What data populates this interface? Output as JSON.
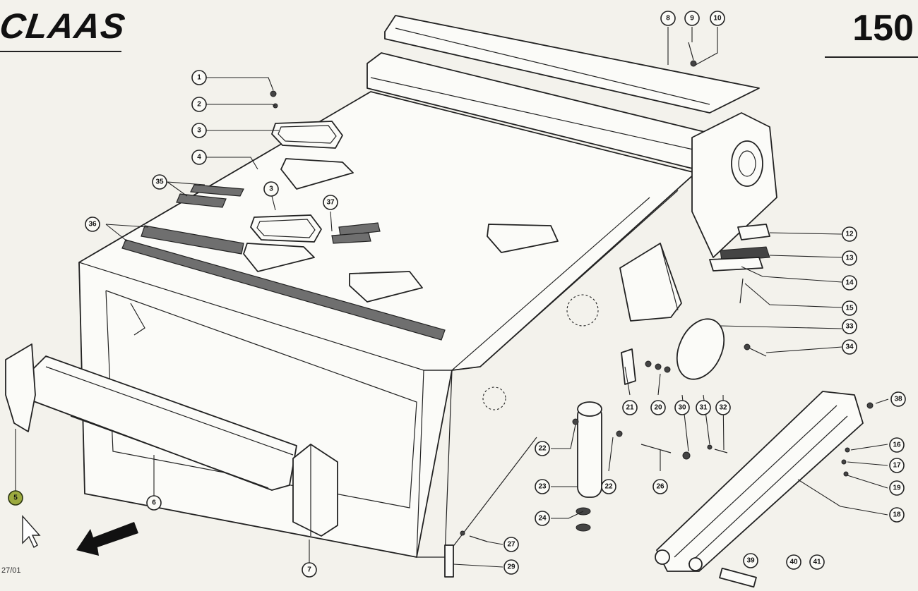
{
  "header": {
    "brand": "CLAAS",
    "page_number": "150"
  },
  "footer": {
    "date_code": "27/01"
  },
  "colors": {
    "paper": "#f3f2ec",
    "line": "#222222",
    "highlight": "#9caa3f"
  },
  "callouts": [
    {
      "id": "c1",
      "label": "1"
    },
    {
      "id": "c2",
      "label": "2"
    },
    {
      "id": "c3a",
      "label": "3"
    },
    {
      "id": "c3b",
      "label": "3"
    },
    {
      "id": "c4",
      "label": "4"
    },
    {
      "id": "c5",
      "label": "5",
      "highlighted": true
    },
    {
      "id": "c6",
      "label": "6"
    },
    {
      "id": "c7",
      "label": "7"
    },
    {
      "id": "c8",
      "label": "8"
    },
    {
      "id": "c9",
      "label": "9"
    },
    {
      "id": "c10",
      "label": "10"
    },
    {
      "id": "c12",
      "label": "12"
    },
    {
      "id": "c13",
      "label": "13"
    },
    {
      "id": "c14",
      "label": "14"
    },
    {
      "id": "c15",
      "label": "15"
    },
    {
      "id": "c16",
      "label": "16"
    },
    {
      "id": "c17",
      "label": "17"
    },
    {
      "id": "c18",
      "label": "18"
    },
    {
      "id": "c19",
      "label": "19"
    },
    {
      "id": "c20",
      "label": "20"
    },
    {
      "id": "c21",
      "label": "21"
    },
    {
      "id": "c22a",
      "label": "22"
    },
    {
      "id": "c22b",
      "label": "22"
    },
    {
      "id": "c23",
      "label": "23"
    },
    {
      "id": "c24",
      "label": "24"
    },
    {
      "id": "c26",
      "label": "26"
    },
    {
      "id": "c27",
      "label": "27"
    },
    {
      "id": "c29",
      "label": "29"
    },
    {
      "id": "c30",
      "label": "30"
    },
    {
      "id": "c31",
      "label": "31"
    },
    {
      "id": "c32",
      "label": "32"
    },
    {
      "id": "c33",
      "label": "33"
    },
    {
      "id": "c34",
      "label": "34"
    },
    {
      "id": "c35",
      "label": "35"
    },
    {
      "id": "c36",
      "label": "36"
    },
    {
      "id": "c37",
      "label": "37"
    },
    {
      "id": "c38",
      "label": "38"
    },
    {
      "id": "c39",
      "label": "39"
    },
    {
      "id": "c40",
      "label": "40"
    },
    {
      "id": "c41",
      "label": "41"
    }
  ],
  "cursor": {
    "icon": "mouse-pointer-icon"
  },
  "direction_arrow": {
    "icon": "direction-arrow-icon"
  }
}
